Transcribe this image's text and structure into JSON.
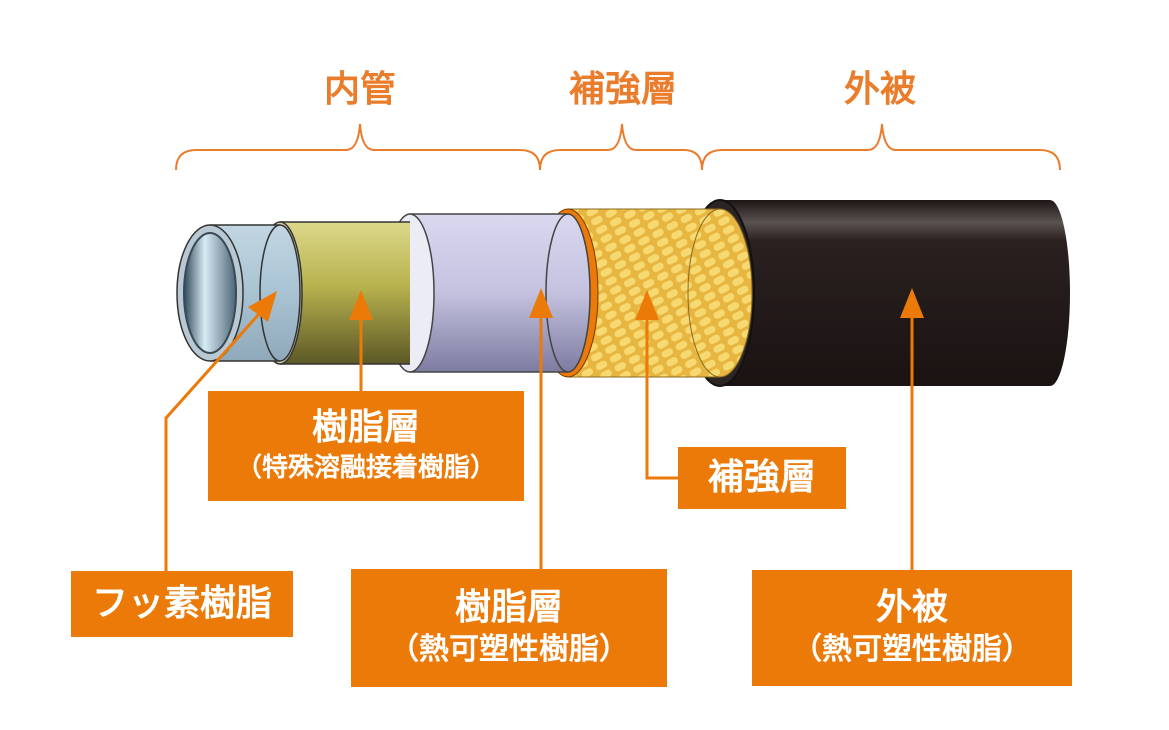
{
  "title": "Hose layer structure diagram",
  "sections": [
    {
      "id": "inner-tube",
      "label": "内管"
    },
    {
      "id": "reinforcement",
      "label": "補強層"
    },
    {
      "id": "cover",
      "label": "外被"
    }
  ],
  "labels": {
    "fluororesin": {
      "main": "フッ素樹脂"
    },
    "resin_layer_adhesive": {
      "main": "樹脂層",
      "sub": "（特殊溶融接着樹脂）"
    },
    "resin_layer_thermoplastic": {
      "main": "樹脂層",
      "sub": "（熱可塑性樹脂）"
    },
    "reinforcement_layer": {
      "main": "補強層"
    },
    "outer_cover": {
      "main": "外被",
      "sub": "（熱可塑性樹脂）"
    }
  },
  "colors": {
    "accent_orange": "#ec7a09",
    "title_orange": "#ea7d2c",
    "fluororesin_layer": "#a9c3d3",
    "adhesive_layer": "#b8b24e",
    "thermoplastic_layer": "#c4c2df",
    "reinforcement_braid": "#f2cc55",
    "outer_cover": "#2a2020"
  }
}
